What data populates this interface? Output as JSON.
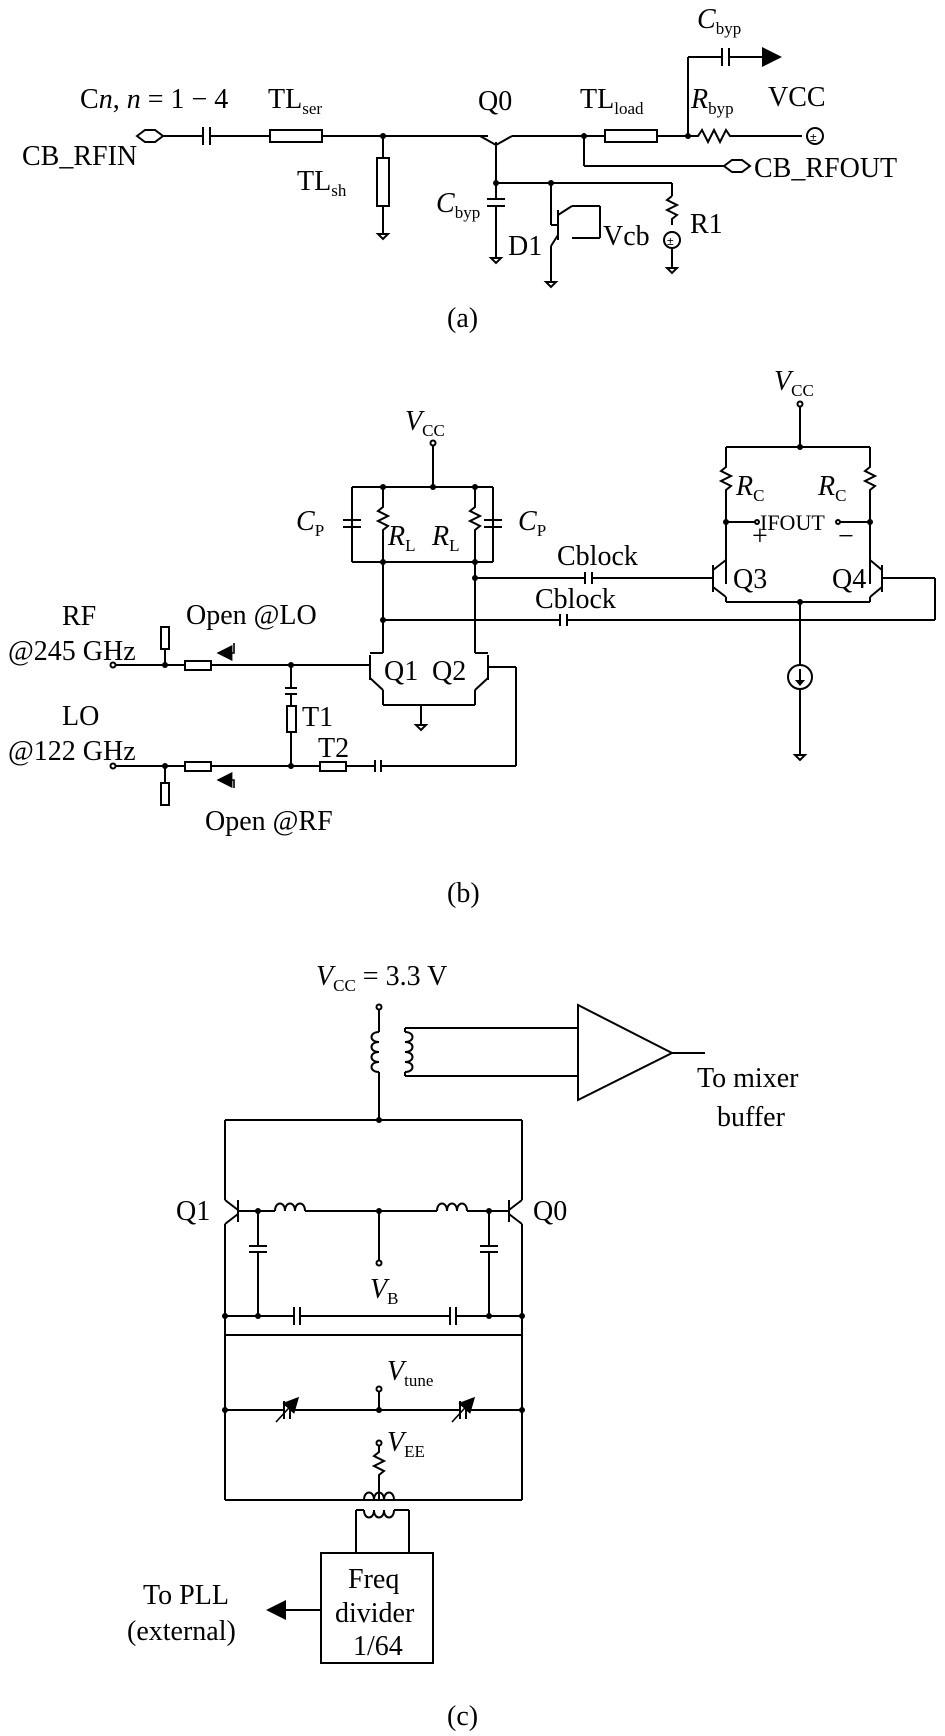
{
  "a": {
    "caption": "(a)",
    "cn_main": "C",
    "cn_n": "n",
    "cn_rest": ", ",
    "cn_n2": "n",
    "cn_range": " = 1 − 4",
    "tl_ser": "TL",
    "tl_ser_sub": "ser",
    "tl_sh": "TL",
    "tl_sh_sub": "sh",
    "tl_load": "TL",
    "tl_load_sub": "load",
    "q0": "Q0",
    "cbyp_top": "C",
    "cbyp_top_sub": "byp",
    "rbyp": "R",
    "rbyp_sub": "byp",
    "vcc": "VCC",
    "cb_rfin": "CB_RFIN",
    "cb_rfout": "CB_RFOUT",
    "cbyp_bot": "C",
    "cbyp_bot_sub": "byp",
    "d1": "D1",
    "vcb": "Vcb",
    "r1": "R1"
  },
  "b": {
    "caption": "(b)",
    "vcc_left": "V",
    "vcc_left_sub": "CC",
    "vcc_right": "V",
    "vcc_right_sub": "CC",
    "cp_left": "C",
    "cp_left_sub": "P",
    "cp_right": "C",
    "cp_right_sub": "P",
    "rl_left": "R",
    "rl_left_sub": "L",
    "rl_right": "R",
    "rl_right_sub": "L",
    "rc_left": "R",
    "rc_left_sub": "C",
    "rc_right": "R",
    "rc_right_sub": "C",
    "ifout": "IFOUT",
    "plus": "+",
    "minus": "−",
    "cblock1": "Cblock",
    "cblock2": "Cblock",
    "q1": "Q1",
    "q2": "Q2",
    "q3": "Q3",
    "q4": "Q4",
    "rf_label": "RF",
    "rf_freq": "@245 GHz",
    "open_lo": "Open @LO",
    "lo_label": "LO",
    "lo_freq": "@122 GHz",
    "open_rf": "Open @RF",
    "t1": "T1",
    "t2": "T2"
  },
  "c": {
    "caption": "(c)",
    "vcc": "V",
    "vcc_sub": "CC",
    "vcc_val": " = 3.3 V",
    "to_mixer_1": "To mixer",
    "to_mixer_2": "buffer",
    "q1": "Q1",
    "q0": "Q0",
    "vb": "V",
    "vb_sub": "B",
    "vtune": "V",
    "vtune_sub": "tune",
    "vee": "V",
    "vee_sub": "EE",
    "freq_1": "Freq",
    "freq_2": "divider",
    "freq_3": "1/64",
    "to_pll_1": "To PLL",
    "to_pll_2": "(external)"
  }
}
